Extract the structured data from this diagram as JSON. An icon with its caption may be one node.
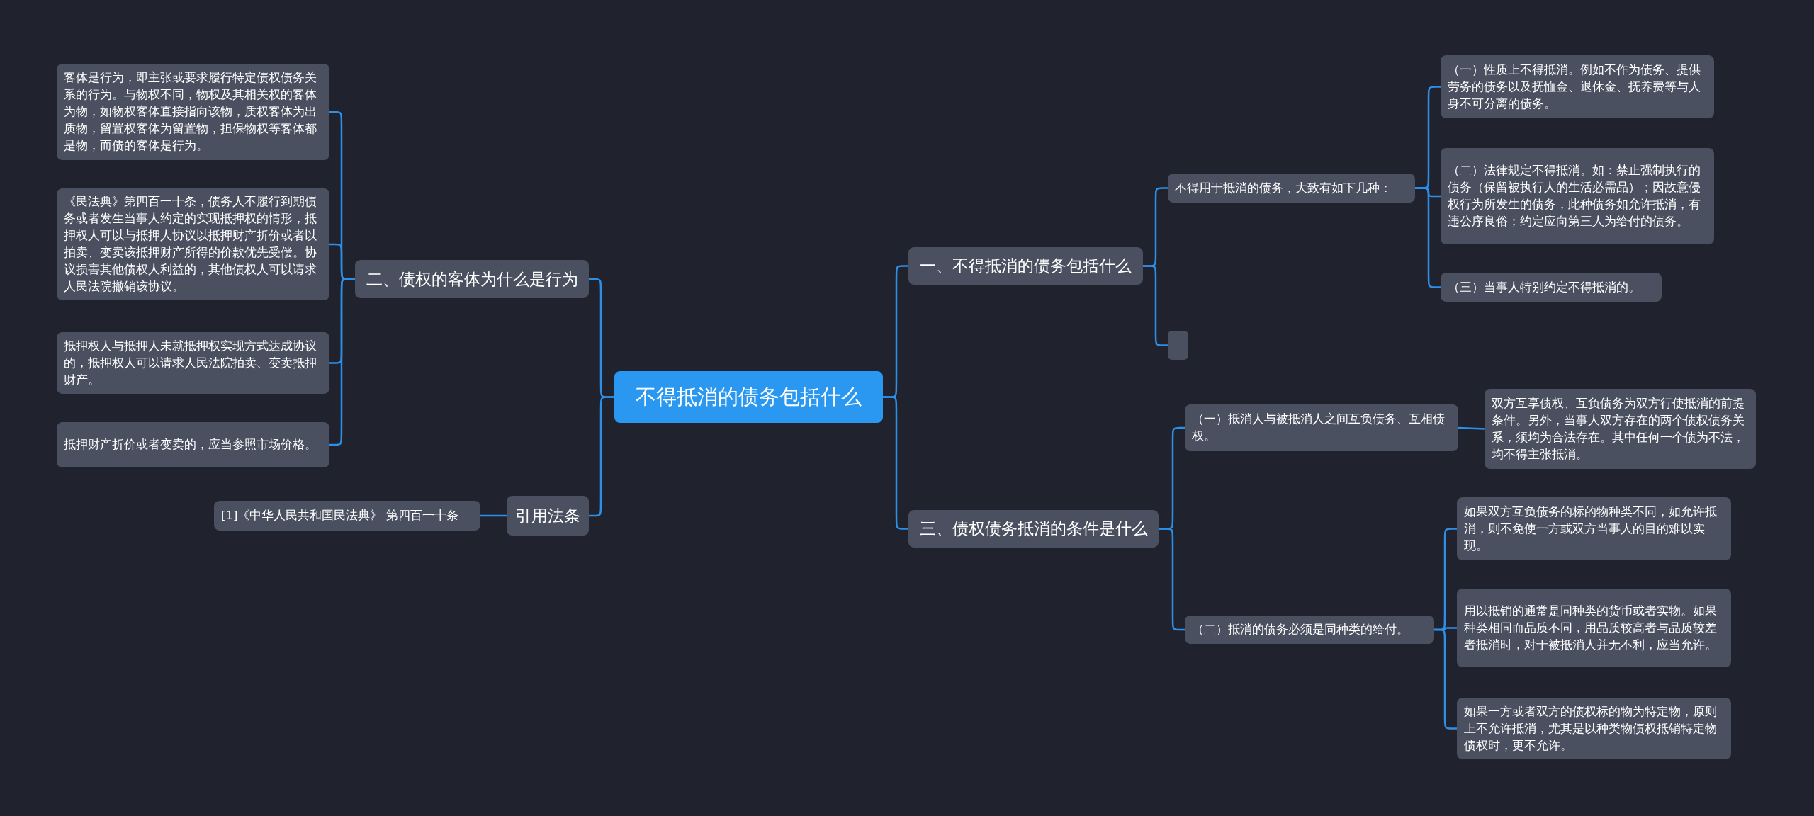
{
  "diagram": {
    "nodes": [
      {
        "text": [
          "不得抵消的债务包括什么"
        ]
      },
      {
        "text": [
          "一、不得抵消的债务包括什么"
        ]
      },
      {
        "text": [
          "不得用于抵消的债务，大致有如下几种："
        ]
      },
      {
        "text": [
          "（一）性质上不得抵消。例如不作为债务、提供劳务的债务以及抚恤金、退休金、抚养费等与人身不可分离的债务。"
        ]
      },
      {
        "text": [
          "（二）法律规定不得抵消。如：禁止强制执行的债务（保留被执行人的生活必需品）；因故意侵权行为所发生的债务，此种债务如允许抵消，有违公序良俗；约定应向第三人为给付的债务。"
        ]
      },
      {
        "text": [
          "（三）当事人特别约定不得抵消的。"
        ]
      },
      {
        "text": [],
        "shape": "box"
      },
      {
        "text": [
          "三、债权债务抵消的条件是什么"
        ]
      },
      {
        "text": [
          "（一）抵消人与被抵消人之间互负债务、互相债权。"
        ]
      },
      {
        "text": [
          "双方互享债权、互负债务为双方行使抵消的前提条件。另外，当事人双方存在的两个债权债务关系，须均为合法存在。其中任何一个债为不法，均不得主张抵消。"
        ]
      },
      {
        "text": [
          "（二）抵消的债务必须是同种类的给付。"
        ]
      },
      {
        "text": [
          "如果双方互负债务的标的物种类不同，如允许抵消，则不免使一方或双方当事人的目的难以实现。"
        ]
      },
      {
        "text": [
          "用以抵销的通常是同种类的货币或者实物。如果种类相同而品质不同，用品质较高者与品质较差者抵消时，对于被抵消人并无不利，应当允许。"
        ]
      },
      {
        "text": [
          "如果一方或者双方的债权标的物为特定物，原则上不允许抵消，尤其是以种类物债权抵销特定物债权时，更不允许。"
        ]
      },
      {
        "text": [
          "二、债权的客体为什么是行为"
        ]
      },
      {
        "text": [
          "客体是行为，即主张或要求履行特定债权债务关系的行为。与物权不同，物权及其相关权的客体为物，如物权客体直接指向该物，质权客体为出质物，留置权客体为留置物，担保物权等客体都是物，而债的客体是行为。"
        ]
      },
      {
        "text": [
          "《民法典》第四百一十条，债务人不履行到期债务或者发生当事人约定的实现抵押权的情形，抵押权人可以与抵押人协议以抵押财产折价或者以拍卖、变卖该抵押财产所得的价款优先受偿。协议损害其他债权人利益的，其他债权人可以请求人民法院撤销该协议。"
        ]
      },
      {
        "text": [
          "抵押权人与抵押人未就抵押权实现方式达成协议的，抵押权人可以请求人民法院拍卖、变卖抵押财产。"
        ]
      },
      {
        "text": [
          "抵押财产折价或者变卖的，应当参照市场价格。"
        ]
      },
      {
        "text": [
          "引用法条"
        ]
      },
      {
        "text": [
          "[1]《中华人民共和国民法典》 第四百一十条"
        ]
      }
    ],
    "edges": [
      {
        "from": 0,
        "to": 1,
        "arrow": "none"
      },
      {
        "from": 1,
        "to": 2,
        "arrow": "none"
      },
      {
        "from": 2,
        "to": 3,
        "arrow": "none"
      },
      {
        "from": 2,
        "to": 4,
        "arrow": "none"
      },
      {
        "from": 2,
        "to": 5,
        "arrow": "none"
      },
      {
        "from": 1,
        "to": 6,
        "arrow": "none"
      },
      {
        "from": 0,
        "to": 7,
        "arrow": "none"
      },
      {
        "from": 7,
        "to": 8,
        "arrow": "none"
      },
      {
        "from": 8,
        "to": 9,
        "arrow": "none"
      },
      {
        "from": 7,
        "to": 10,
        "arrow": "none"
      },
      {
        "from": 10,
        "to": 11,
        "arrow": "none"
      },
      {
        "from": 10,
        "to": 12,
        "arrow": "none"
      },
      {
        "from": 10,
        "to": 13,
        "arrow": "none"
      },
      {
        "from": 0,
        "to": 14,
        "arrow": "none"
      },
      {
        "from": 14,
        "to": 15,
        "arrow": "none"
      },
      {
        "from": 14,
        "to": 16,
        "arrow": "none"
      },
      {
        "from": 14,
        "to": 17,
        "arrow": "none"
      },
      {
        "from": 14,
        "to": 18,
        "arrow": "none"
      },
      {
        "from": 0,
        "to": 19,
        "arrow": "none"
      },
      {
        "from": 19,
        "to": 20,
        "arrow": "none"
      }
    ]
  }
}
